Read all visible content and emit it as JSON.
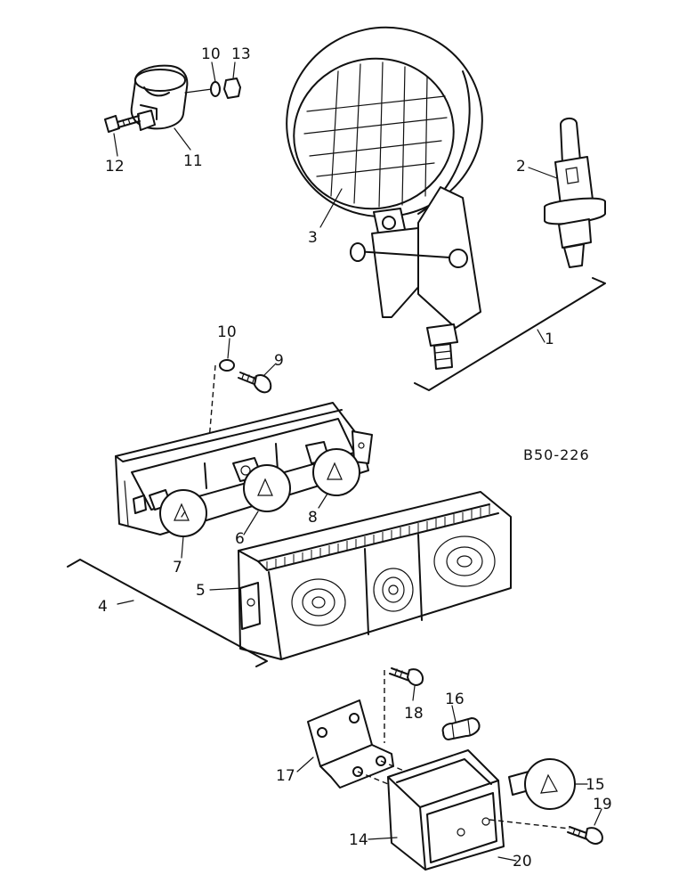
{
  "drawing_code": "B50-226",
  "callouts": [
    {
      "id": "c1",
      "label": "1"
    },
    {
      "id": "c2",
      "label": "2"
    },
    {
      "id": "c3",
      "label": "3"
    },
    {
      "id": "c4",
      "label": "4"
    },
    {
      "id": "c5",
      "label": "5"
    },
    {
      "id": "c6",
      "label": "6"
    },
    {
      "id": "c7",
      "label": "7"
    },
    {
      "id": "c8",
      "label": "8"
    },
    {
      "id": "c9",
      "label": "9"
    },
    {
      "id": "c10a",
      "label": "10"
    },
    {
      "id": "c10b",
      "label": "10"
    },
    {
      "id": "c11",
      "label": "11"
    },
    {
      "id": "c12",
      "label": "12"
    },
    {
      "id": "c13",
      "label": "13"
    },
    {
      "id": "c14",
      "label": "14"
    },
    {
      "id": "c15",
      "label": "15"
    },
    {
      "id": "c16",
      "label": "16"
    },
    {
      "id": "c17",
      "label": "17"
    },
    {
      "id": "c18",
      "label": "18"
    },
    {
      "id": "c19",
      "label": "19"
    },
    {
      "id": "c20",
      "label": "20"
    }
  ]
}
